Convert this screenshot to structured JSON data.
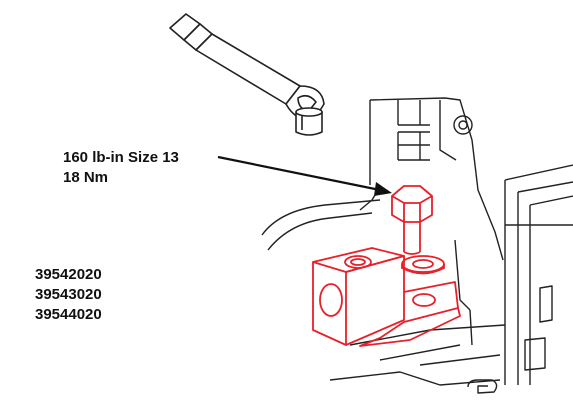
{
  "torque": {
    "line1": "160 lb-in  Size 13",
    "line2": "18 Nm"
  },
  "part_numbers": [
    "39542020",
    "39543020",
    "39544020"
  ],
  "colors": {
    "highlight": "#e8202a",
    "line": "#222222",
    "background": "#ffffff"
  },
  "icons": {
    "tool": "socket-wrench-icon",
    "fastener": "hex-bolt-icon",
    "terminal": "lug-terminal-icon"
  }
}
